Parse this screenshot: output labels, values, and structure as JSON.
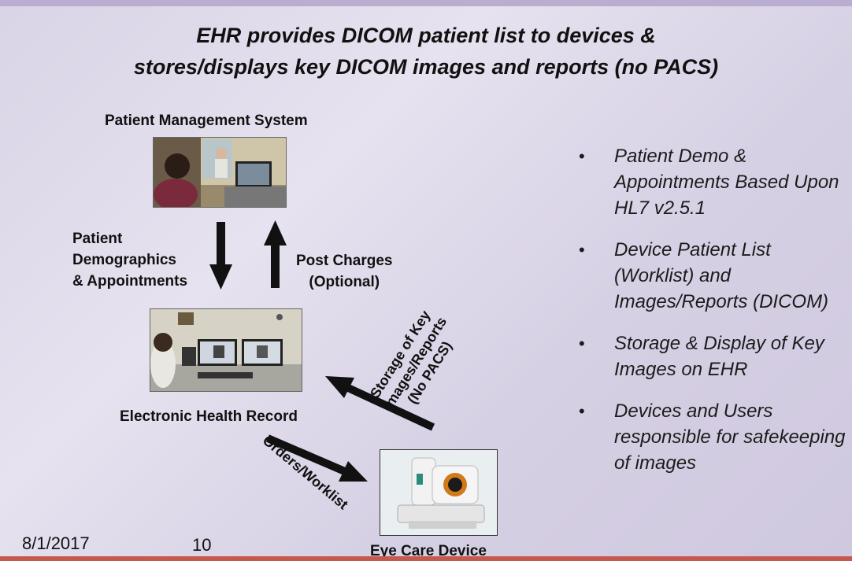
{
  "slide": {
    "title_line1": "EHR provides DICOM patient list to devices &",
    "title_line2": "stores/displays key DICOM images and reports (no PACS)"
  },
  "diagram": {
    "pms_label": "Patient Management System",
    "ehr_label": "Electronic Health Record",
    "device_label": "Eye Care Device",
    "demographics_label": [
      "Patient",
      "Demographics",
      "& Appointments"
    ],
    "post_charges_label": [
      "Post Charges",
      "(Optional)"
    ],
    "storage_label": [
      "Storage of Key",
      "Images/Reports",
      "(No PACS)"
    ],
    "orders_label": "Orders/Worklist"
  },
  "bullets": [
    "Patient Demo & Appointments Based Upon HL7 v2.5.1",
    "Device Patient List (Worklist) and Images/Reports (DICOM)",
    "Storage & Display of Key Images on EHR",
    "Devices and Users responsible for safekeeping of images"
  ],
  "footer": {
    "date": "8/1/2017",
    "page": "10"
  }
}
